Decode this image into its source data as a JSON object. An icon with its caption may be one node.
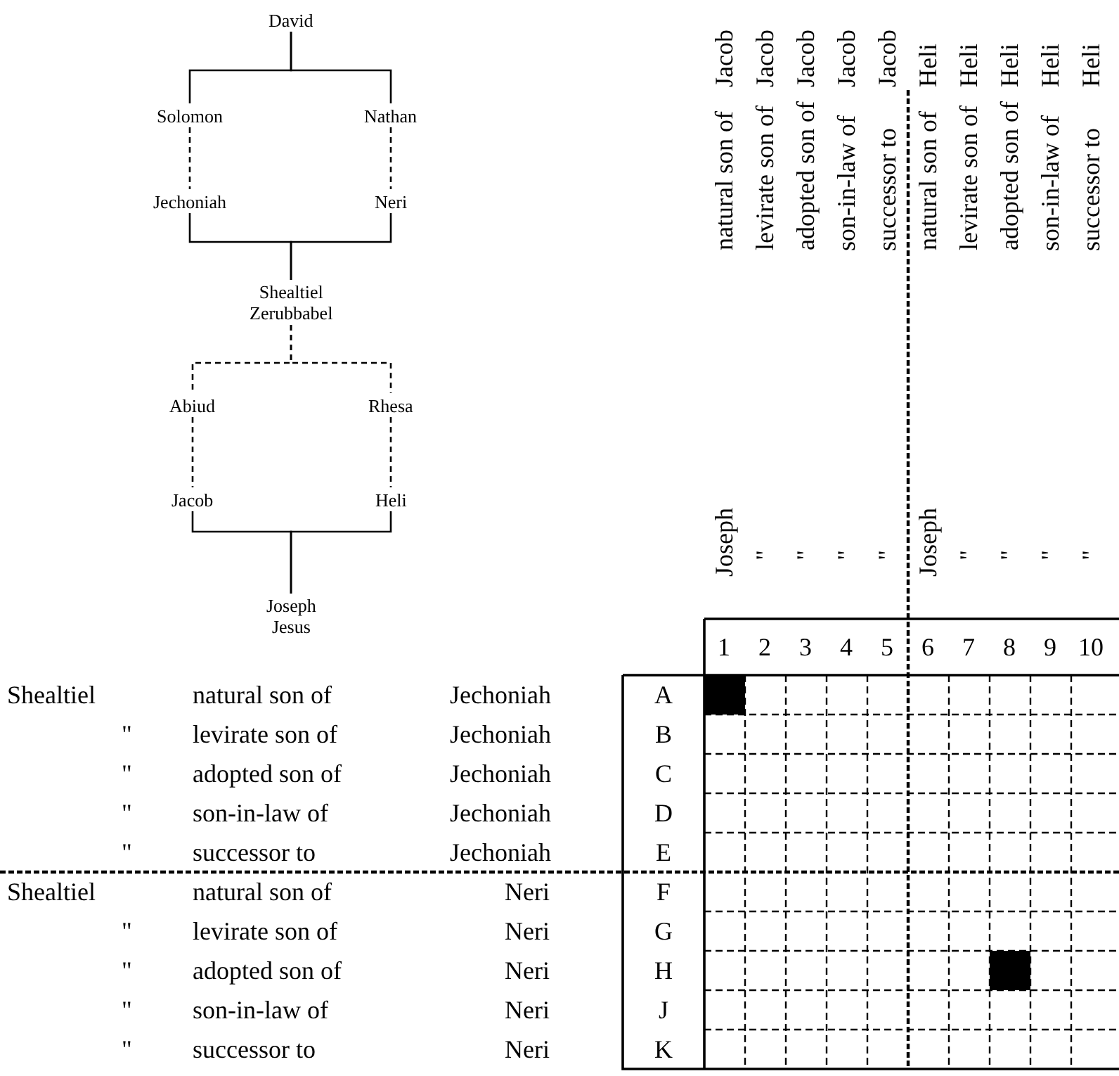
{
  "diagram": {
    "nodes": [
      {
        "text": [
          "David"
        ]
      },
      {
        "text": [
          "Solomon"
        ]
      },
      {
        "text": [
          "Nathan"
        ]
      },
      {
        "text": [
          "Jechoniah"
        ]
      },
      {
        "text": [
          "Neri"
        ]
      },
      {
        "text": [
          "Shealtiel",
          "Zerubbabel"
        ]
      },
      {
        "text": [
          "Abiud"
        ]
      },
      {
        "text": [
          "Rhesa"
        ]
      },
      {
        "text": [
          "Jacob"
        ]
      },
      {
        "text": [
          "Heli"
        ]
      },
      {
        "text": [
          "Joseph",
          "Jesus"
        ]
      }
    ],
    "edges": [
      {
        "from": 0,
        "to": 1,
        "arrow": "none"
      },
      {
        "from": 0,
        "to": 2,
        "arrow": "none"
      },
      {
        "from": 1,
        "to": 3,
        "arrow": "none",
        "style": "dashed"
      },
      {
        "from": 2,
        "to": 4,
        "arrow": "none",
        "style": "dashed"
      },
      {
        "from": 3,
        "to": 5,
        "arrow": "none"
      },
      {
        "from": 4,
        "to": 5,
        "arrow": "none"
      },
      {
        "from": 5,
        "to": 6,
        "arrow": "none",
        "style": "dashed"
      },
      {
        "from": 5,
        "to": 7,
        "arrow": "none",
        "style": "dashed"
      },
      {
        "from": 6,
        "to": 8,
        "arrow": "none",
        "style": "dashed"
      },
      {
        "from": 7,
        "to": 9,
        "arrow": "none",
        "style": "dashed"
      },
      {
        "from": 8,
        "to": 10,
        "arrow": "none"
      },
      {
        "from": 9,
        "to": 10,
        "arrow": "none"
      }
    ],
    "labels": [
      "Joseph",
      "natural son of",
      "Jacob",
      "\"",
      "levirate son of",
      "Jacob",
      "\"",
      "adopted son of",
      "Jacob",
      "\"",
      "son-in-law of",
      "Jacob",
      "\"",
      "successor to",
      "Jacob",
      "Joseph",
      "natural son of",
      "Heli",
      "\"",
      "levirate son of",
      "Heli",
      "\"",
      "adopted son of",
      "Heli",
      "\"",
      "son-in-law of",
      "Heli",
      "\"",
      "successor to",
      "Heli",
      "1",
      "2",
      "3",
      "4",
      "5",
      "6",
      "7",
      "8",
      "9",
      "10",
      "Shealtiel",
      "natural son of",
      "Jechoniah",
      "A",
      "\"",
      "levirate son of",
      "Jechoniah",
      "B",
      "\"",
      "adopted son of",
      "Jechoniah",
      "C",
      "\"",
      "son-in-law of",
      "Jechoniah",
      "D",
      "\"",
      "successor to",
      "Jechoniah",
      "E",
      "Shealtiel",
      "natural son of",
      "Neri",
      "F",
      "\"",
      "levirate son of",
      "Neri",
      "G",
      "\"",
      "adopted son of",
      "Neri",
      "H",
      "\"",
      "son-in-law of",
      "Neri",
      "J",
      "\"",
      "successor to",
      "Neri",
      "K"
    ]
  }
}
